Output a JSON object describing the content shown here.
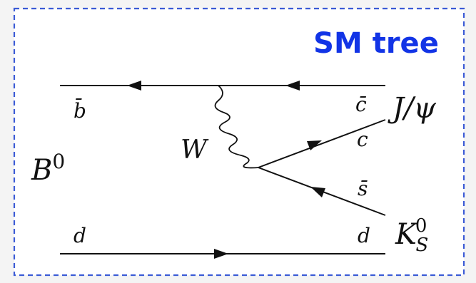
{
  "title": "SM tree",
  "colors": {
    "border": "#3b5bd6",
    "title": "#1234e6",
    "background": "#ffffff",
    "page": "#f4f4f4",
    "lines": "#111111"
  },
  "labels": {
    "b_bar": "b̄",
    "c_bar": "c̄",
    "c": "c",
    "s_bar": "s̄",
    "d_left": "d",
    "d_right": "d",
    "W": "W",
    "B_meson": "B",
    "B_sup": "0",
    "Jpsi": "J/ψ",
    "K": "K",
    "K_sub": "S",
    "K_sup": "0"
  }
}
